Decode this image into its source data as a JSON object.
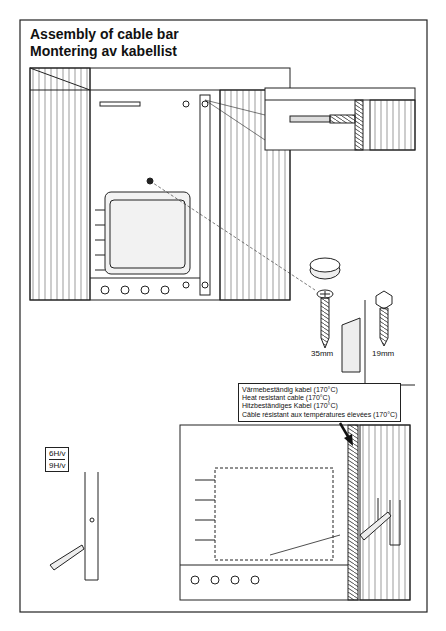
{
  "diagram": {
    "title": "Assembly of cable bar Montering av kabellist",
    "nodes": [
      {
        "text": [
          "Värmebeständig kabel (170°C)",
          "Heat resistant cable (170°C)",
          "Hitzbeständiges Kabel (170°C)",
          "Câble résistant aux températures élevées (170°C)"
        ]
      },
      {
        "text": [
          "6H/v",
          "9H/v"
        ]
      }
    ],
    "labels": [
      "35mm",
      "19mm"
    ]
  }
}
